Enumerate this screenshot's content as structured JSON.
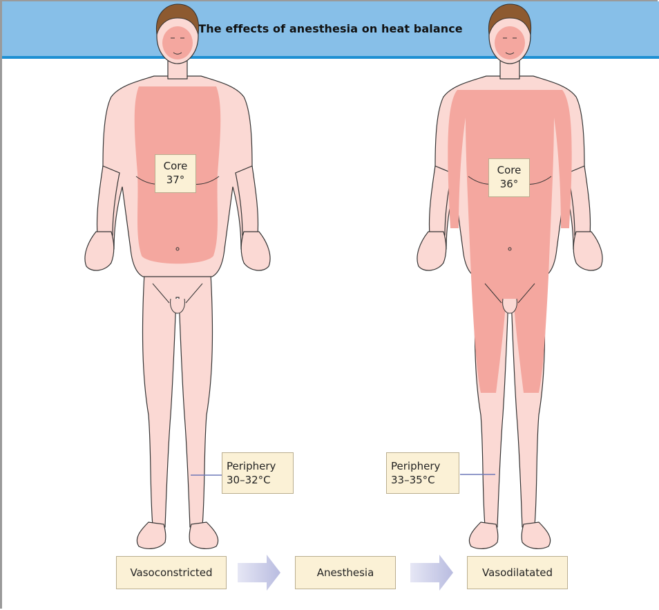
{
  "header": {
    "title": "The effects of anesthesia on heat balance"
  },
  "left_figure": {
    "core_label": "Core",
    "core_temp": "37°",
    "periphery_label": "Periphery",
    "periphery_temp": "30–32°C"
  },
  "right_figure": {
    "core_label": "Core",
    "core_temp": "36°",
    "periphery_label": "Periphery",
    "periphery_temp": "33–35°C"
  },
  "flow": {
    "step1": "Vasoconstricted",
    "step2": "Anesthesia",
    "step3": "Vasodilatated"
  },
  "colors": {
    "header_bg": "#87bfe8",
    "header_rule": "#1d8fd2",
    "skin_light": "#fbd9d4",
    "core_warm": "#f4a79f",
    "label_bg": "#fbf1d6",
    "arrow": "#c9cbe8"
  }
}
